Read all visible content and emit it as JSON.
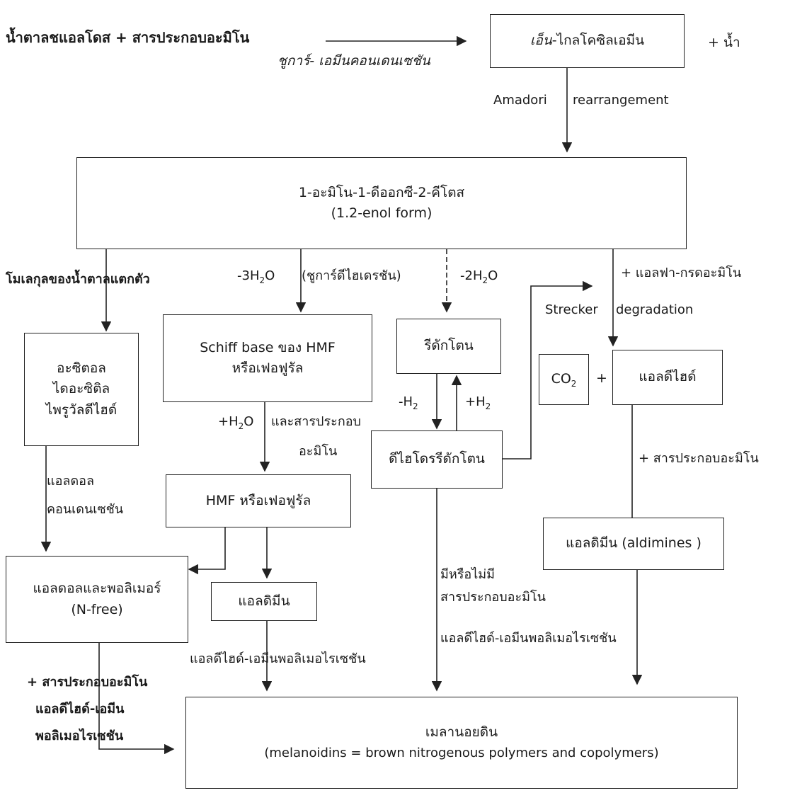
{
  "top": {
    "reactant": "น้ำตาลชแอลโดส + สารประกอบอะมิโน",
    "condensation": "ชูการ์- เอมีนคอนเดนเซชัน",
    "water": "+ น้ำ"
  },
  "nodes": {
    "glycosylamine": {
      "prefix": "เอ็น",
      "suffix": "-ไกลโคซิลเอมีน"
    },
    "amadori_label": {
      "a": "Amadori",
      "b": "rearrangement"
    },
    "aminoketose": {
      "line1": "1-อะมิโน-1-ดีออกซี-2-คีโตส",
      "line2": "(1.2-enol form)"
    },
    "acetol": {
      "line1": "อะซิตอล",
      "line2": "ไดอะซิติล",
      "line3": "ไพรูวัลดีไฮด์"
    },
    "schiff": {
      "line1": "Schiff base ของ HMF",
      "line2": "หรือเฟอฟูรัล"
    },
    "reductone": "รีดักโตน",
    "dehydro": "ดีไฮโดรรีดักโตน",
    "co2": {
      "main": "CO",
      "sub": "2"
    },
    "aldehyde": "แอลดีไฮด์",
    "hmf": "HMF หรือเฟอฟูรัล",
    "aldimines": "แอลดิมีน (aldimines )",
    "aldol": {
      "line1": "แอลดอลและพอลิเมอร์",
      "line2": "(N-free)"
    },
    "aldimine": "แอลดิมีน",
    "melanoidin": {
      "line1": "เมลานอยดิน",
      "line2": "(melanoidins = brown nitrogenous polymers and copolymers)"
    }
  },
  "labels": {
    "fragmentation": "โมเลกุลของน้ำตาลแตกตัว",
    "minus3": {
      "pre": "-3H",
      "sub": "2",
      "post": "O"
    },
    "sugar_dehydration": "(ชูการ์ดีไฮเดรชัน)",
    "minus2": {
      "pre": "-2H",
      "sub": "2",
      "post": "O"
    },
    "alpha_amino": "+ แอลฟา-กรดอะมิโน",
    "strecker_a": "Strecker",
    "strecker_b": "degradation",
    "plus_sign": "+",
    "h2o_add": {
      "pre": "+H",
      "sub": "2",
      "post": "O"
    },
    "and_amino_1": "และสารประกอบ",
    "and_amino_2": "อะมิโน",
    "minus_h2": {
      "pre": "-H",
      "sub": "2"
    },
    "plus_h2": {
      "pre": "+H",
      "sub": "2"
    },
    "plus_amino_right": "+ สารประกอบอะมิโน",
    "aldol_cond_1": "แอลดอล",
    "aldol_cond_2": "คอนเดนเซชัน",
    "with_without_1": "มีหรือไม่มี",
    "with_without_2": "สารประกอบอะมิโน",
    "aldehyde_amine_mid": "แอลดีไฮด์-เอมีนพอลิเมอไรเซชัน",
    "aldehyde_amine_right": "แอลดีไฮด์-เอมีนพอลิเมอไรเซชัน",
    "left_1": "+ สารประกอบอะมิโน",
    "left_2": "แอลดีไฮด์-เอมีน",
    "left_3": "พอลิเมอไรเซชัน"
  }
}
